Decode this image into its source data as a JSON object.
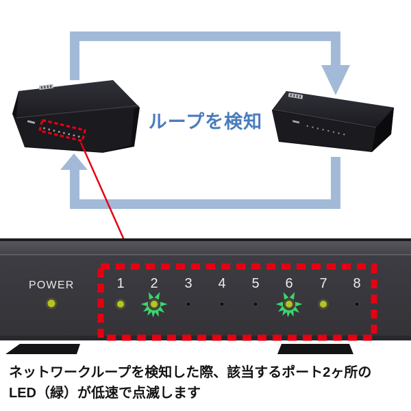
{
  "colors": {
    "arrow_blue": "#a2bad7",
    "label_blue": "#4a7cbd",
    "highlight_red": "#e60012",
    "led_on_yellow_green": "#b5c41f",
    "led_blink_green": "#3bd56e",
    "led_off_dark": "#101014",
    "panel_dark": "#3b3a40"
  },
  "diagram": {
    "loop_label": "ループを検知"
  },
  "panel": {
    "power_label": "POWER",
    "power_led_state": "on",
    "ports": [
      {
        "number": "1",
        "state": "on"
      },
      {
        "number": "2",
        "state": "blinking"
      },
      {
        "number": "3",
        "state": "off"
      },
      {
        "number": "4",
        "state": "off"
      },
      {
        "number": "5",
        "state": "off"
      },
      {
        "number": "6",
        "state": "blinking"
      },
      {
        "number": "7",
        "state": "on"
      },
      {
        "number": "8",
        "state": "off"
      }
    ]
  },
  "caption": {
    "line1": "ネットワークループを検知した際、該当するポート2ヶ所の",
    "line2": "LED（緑）が低速で点滅します"
  }
}
